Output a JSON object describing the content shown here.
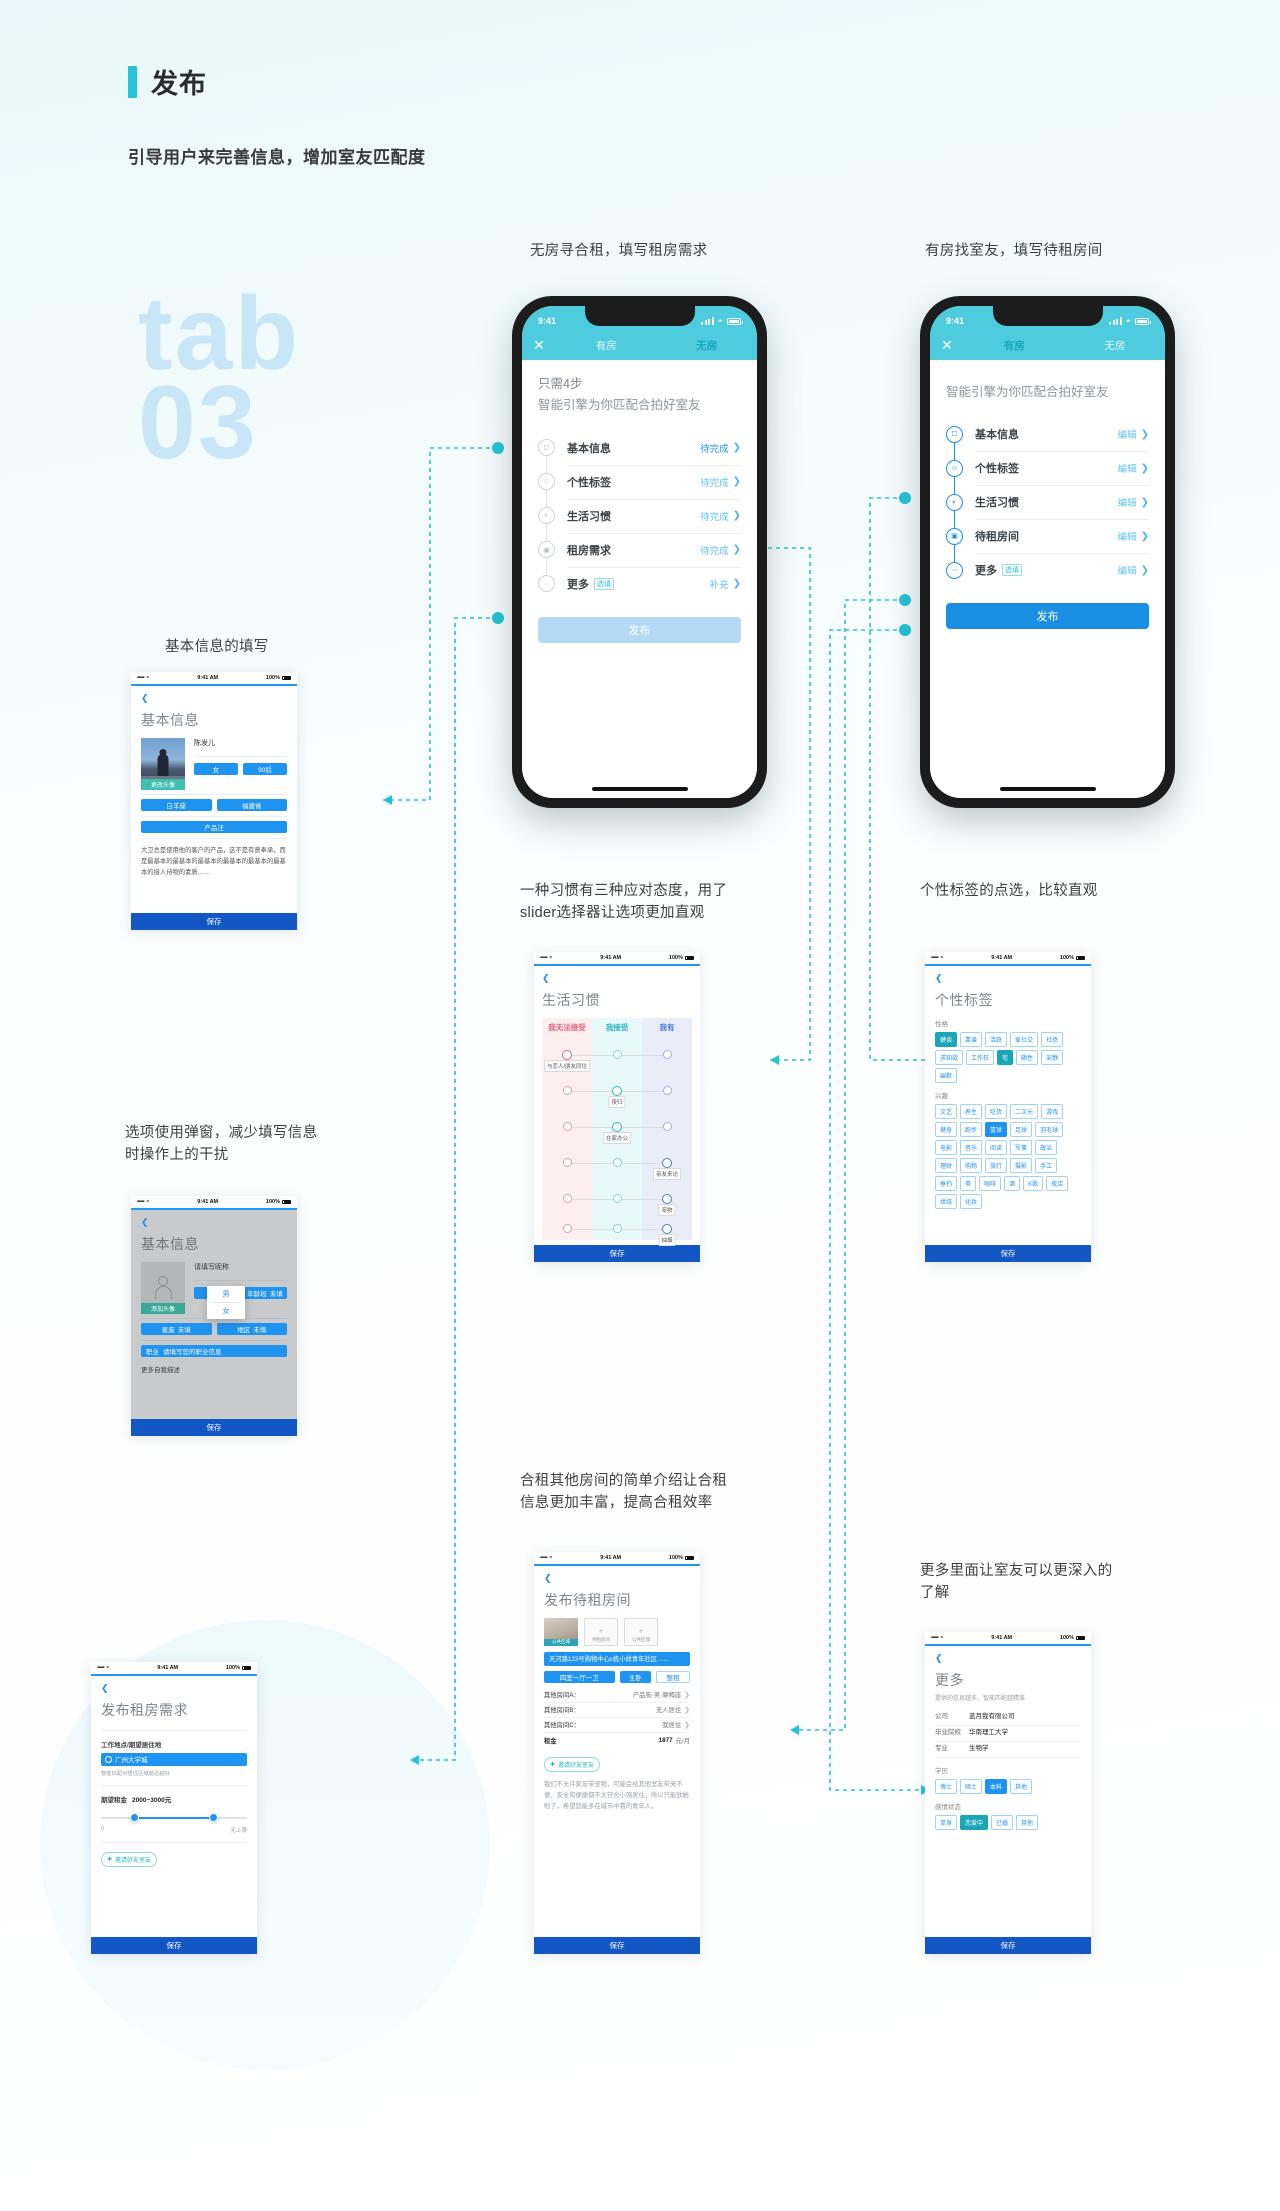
{
  "header": {
    "title": "发布",
    "subtitle": "引导用户来完善信息，增加室友匹配度"
  },
  "watermark": {
    "line1": "tab",
    "line2": "03"
  },
  "captions": {
    "no_house": "无房寻合租，填写租房需求",
    "has_house": "有房找室友，填写待租房间",
    "basic_info": "基本信息的填写",
    "popup": "选项使用弹窗，减少填写信息\n时操作上的干扰",
    "habits": "一种习惯有三种应对态度，用了\nslider选择器让选项更加直观",
    "tags": "个性标签的点选，比较直观",
    "room": "合租其他房间的简单介绍让合租\n信息更加丰富，提高合租效率",
    "more": "更多里面让室友可以更深入的\n了解"
  },
  "status_bar": {
    "time_big": "9:41",
    "time_small": "9:41 AM",
    "battery": "100%",
    "dots": "•••••"
  },
  "phone_nohouse": {
    "tabs": [
      {
        "label": "有房",
        "active": false
      },
      {
        "label": "无房",
        "active": true
      }
    ],
    "close": "✕",
    "headline_1": "只需4步",
    "headline_2": "智能引擎为你匹配合拍好室友",
    "steps": [
      {
        "label": "基本信息",
        "status": "待完成",
        "strong": true
      },
      {
        "label": "个性标签",
        "status": "待完成",
        "strong": false
      },
      {
        "label": "生活习惯",
        "status": "待完成",
        "strong": false
      },
      {
        "label": "租房需求",
        "status": "待完成",
        "strong": false
      },
      {
        "label": "更多",
        "badge": "选填",
        "status": "补充",
        "strong": false
      }
    ],
    "publish": "发布"
  },
  "phone_hashouse": {
    "tabs": [
      {
        "label": "有房",
        "active": true
      },
      {
        "label": "无房",
        "active": false
      }
    ],
    "close": "✕",
    "headline_2": "智能引擎为你匹配合拍好室友",
    "steps": [
      {
        "label": "基本信息",
        "status": "编辑"
      },
      {
        "label": "个性标签",
        "status": "编辑"
      },
      {
        "label": "生活习惯",
        "status": "编辑"
      },
      {
        "label": "待租房间",
        "status": "编辑"
      },
      {
        "label": "更多",
        "badge": "选填",
        "status": "编辑"
      }
    ],
    "publish": "发布"
  },
  "card_basic": {
    "title": "基本信息",
    "avatar_label": "更改头像",
    "name": "陈发儿",
    "tags_row1": [
      "女",
      "90后"
    ],
    "tags_row2": [
      "白羊座",
      "福建省"
    ],
    "tags_row3": [
      "产品汪"
    ],
    "description": "大卫总是使用他的客户的产品，这不是有意奉承，而是最基本的最基本的最基本的最基本的最基本的最基本的接人待物的素质……",
    "save": "保存"
  },
  "card_popup": {
    "title": "基本信息",
    "avatar_label": "添加头像",
    "name_placeholder": "请填写昵称",
    "gender_value": "女",
    "age_label": "年龄段",
    "age_value": "未填",
    "zodiac_label": "星座",
    "zodiac_value": "未填",
    "region_label": "地区",
    "region_value": "未填",
    "job_label": "职业",
    "job_placeholder": "请填写您的职业信息",
    "more_desc": "更多自我描述",
    "dropdown": [
      "男",
      "女"
    ],
    "save": "保存"
  },
  "card_habits": {
    "title": "生活习惯",
    "columns": [
      "我无法接受",
      "我接受",
      "我有"
    ],
    "rows": [
      {
        "label": "与恋人/朋友同住",
        "selected": 0
      },
      {
        "label": "夜归",
        "selected": 1
      },
      {
        "label": "在家办公",
        "selected": 1
      },
      {
        "label": "亲友来访",
        "selected": 2
      },
      {
        "label": "宠物",
        "selected": 2
      },
      {
        "label": "抽烟",
        "selected": 2
      }
    ],
    "save": "保存"
  },
  "card_tags": {
    "title": "个性标签",
    "groups": [
      {
        "label": "性格",
        "chips": [
          {
            "t": "健谈",
            "on": true
          },
          {
            "t": "靠谱",
            "on": false
          },
          {
            "t": "活跃",
            "on": false
          },
          {
            "t": "爱社交",
            "on": false
          },
          {
            "t": "社恐",
            "on": false
          },
          {
            "t": "求知欲",
            "on": false
          },
          {
            "t": "工作狂",
            "on": false
          },
          {
            "t": "宅",
            "on": true
          },
          {
            "t": "随性",
            "on": false
          },
          {
            "t": "安静",
            "on": false
          },
          {
            "t": "幽默",
            "on": false
          }
        ]
      },
      {
        "label": "兴趣",
        "chips": [
          {
            "t": "文艺",
            "on": false
          },
          {
            "t": "养生",
            "on": false
          },
          {
            "t": "吃货",
            "on": false
          },
          {
            "t": "二次元",
            "on": false
          },
          {
            "t": "游戏",
            "on": false
          },
          {
            "t": "健身",
            "on": false
          },
          {
            "t": "跑步",
            "on": false
          },
          {
            "t": "篮球",
            "on": true
          },
          {
            "t": "足球",
            "on": false
          },
          {
            "t": "羽毛球",
            "on": false
          },
          {
            "t": "电影",
            "on": false
          },
          {
            "t": "音乐",
            "on": false
          },
          {
            "t": "阅读",
            "on": false
          },
          {
            "t": "军事",
            "on": false
          },
          {
            "t": "政治",
            "on": false
          },
          {
            "t": "理财",
            "on": false
          },
          {
            "t": "购物",
            "on": false
          },
          {
            "t": "旅行",
            "on": false
          },
          {
            "t": "摄影",
            "on": false
          },
          {
            "t": "手工",
            "on": false
          },
          {
            "t": "垂钓",
            "on": false
          },
          {
            "t": "茶",
            "on": false
          },
          {
            "t": "咖啡",
            "on": false
          },
          {
            "t": "酒",
            "on": false
          },
          {
            "t": "K歌",
            "on": false
          },
          {
            "t": "夜店",
            "on": false
          },
          {
            "t": "烘焙",
            "on": false
          },
          {
            "t": "化妆",
            "on": false
          }
        ]
      }
    ],
    "save": "保存"
  },
  "card_room": {
    "title": "发布待租房间",
    "photo_label": "公共区域",
    "add_labels": [
      "待租房间",
      "公共区域"
    ],
    "address": "天河路123号购物中心c栋小样青年社区……",
    "specs": [
      "四室一厅一卫"
    ],
    "spec_tags": [
      {
        "t": "主卧",
        "on": true
      },
      {
        "t": "整租",
        "on": false
      }
    ],
    "rows": [
      {
        "k": "其他房间A：",
        "v": "产品狗·男·摩羯座"
      },
      {
        "k": "其他房间B：",
        "v": "无人居住"
      },
      {
        "k": "其他房间C：",
        "v": "我居住"
      }
    ],
    "rent_label": "租金",
    "rent_value": "1877",
    "rent_unit": "元/月",
    "pill": "邀请好友室友",
    "note": "我们不允许家友带宠物，可能会给其他室友带来不便，安全和便捷都不太符合小强居住，所以只能放她啦了，希望您能多在城市中看的青年人。",
    "save": "保存"
  },
  "card_demand": {
    "title": "发布租房需求",
    "field1_label": "工作地点/期望居住地",
    "field1_value": "广州大学城",
    "hint": "智能匹配对居住区域越近越好",
    "field2_label": "期望租金",
    "field2_value": "2000~3000元",
    "range_min": "0",
    "range_max": "无上限",
    "pill": "邀请好友室友",
    "save": "保存"
  },
  "card_more": {
    "title": "更多",
    "subtitle": "提供的信息越多，智能匹配越精准",
    "rows": [
      {
        "k": "公司",
        "v": "蓝月我有限公司"
      },
      {
        "k": "毕业院校",
        "v": "华南理工大学"
      },
      {
        "k": "专业",
        "v": "生物学"
      }
    ],
    "edu_label": "学历",
    "edu_chips": [
      {
        "t": "博士",
        "on": false
      },
      {
        "t": "硕士",
        "on": false
      },
      {
        "t": "本科",
        "on": true
      },
      {
        "t": "其他",
        "on": false
      }
    ],
    "love_label": "感情状态",
    "love_chips": [
      {
        "t": "单身",
        "on": false
      },
      {
        "t": "恋爱中",
        "on": true
      },
      {
        "t": "已婚",
        "on": false
      },
      {
        "t": "其他",
        "on": false
      }
    ],
    "save": "保存"
  },
  "colors": {
    "teal": "#4ecbdc",
    "accent": "#25c3d8",
    "blue": "#1f93f0",
    "deep_blue": "#1257c4",
    "wm": "#c9e5f8"
  }
}
